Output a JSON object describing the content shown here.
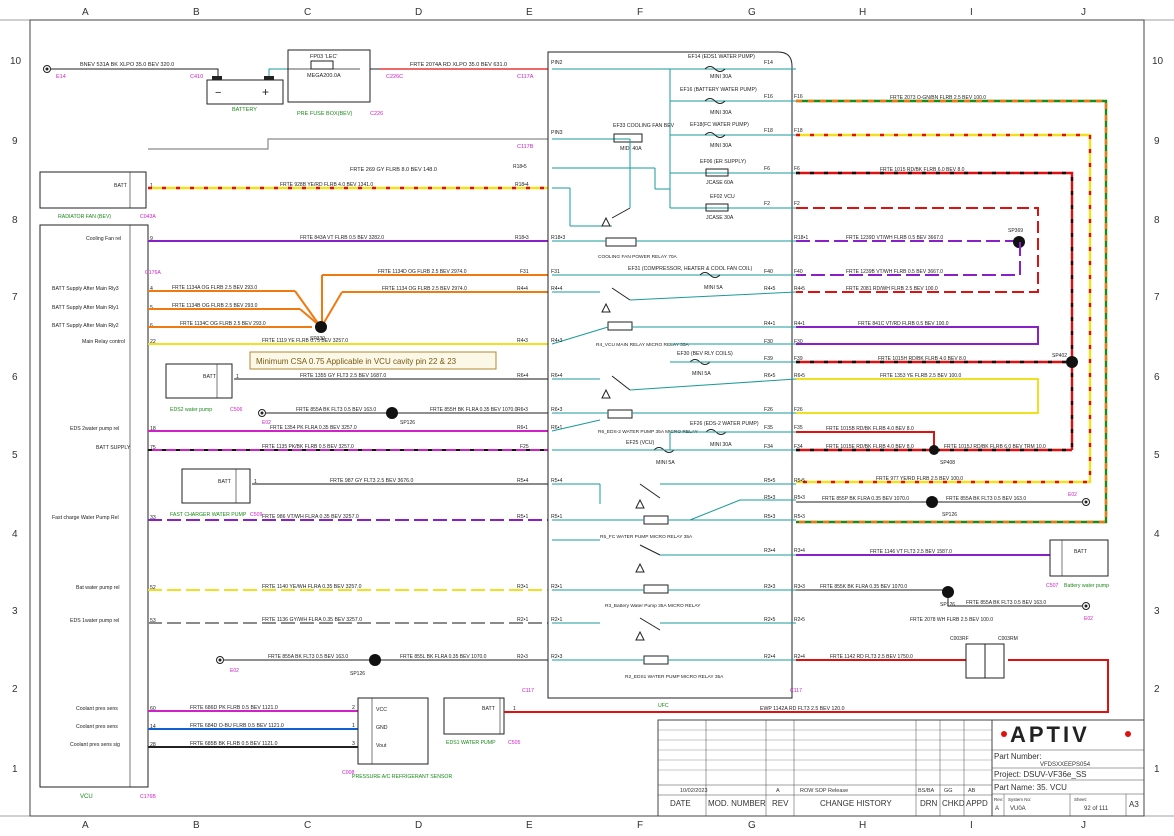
{
  "grid": {
    "columns": [
      "A",
      "B",
      "C",
      "D",
      "E",
      "F",
      "G",
      "H",
      "I",
      "J"
    ],
    "rows": [
      "10",
      "9",
      "8",
      "7",
      "6",
      "5",
      "4",
      "3",
      "2",
      "1"
    ]
  },
  "top_components": {
    "battery": {
      "label": "BATTERY",
      "plus": "+",
      "minus": "−"
    },
    "prefuse": {
      "title": "FP03 'LEC'",
      "fuse": "MEGA200.0A",
      "caption": "PRE FUSE BOX(BEV)"
    },
    "connectors": {
      "e14": "E14",
      "c410": "C410",
      "c226c": "C226C",
      "c226": "C226",
      "c117a": "C117A",
      "c117b": "C117B"
    }
  },
  "top_wires": {
    "w1": "BNEV 531A BK XLPO 35.0 BEV 320.0",
    "w2": "FRTE 2074A RD XLPO 35.0 BEV 631.0",
    "w3": "FRTE 269 GY FLRB 8.0 BEV 148.0"
  },
  "left_module": {
    "title": "VCU",
    "connector": "C176B",
    "connector_top": "C176A",
    "pins": [
      {
        "label": "Cooling Fan rel",
        "pin": "9"
      },
      {
        "label": "BATT Supply After Main Rly3",
        "pin": "4"
      },
      {
        "label": "BATT Supply After Main Rly1",
        "pin": "5"
      },
      {
        "label": "BATT Supply After Main Rly2",
        "pin": "6"
      },
      {
        "label": "Main Relay control",
        "pin": "22"
      },
      {
        "label": "EDS 2water pump rel",
        "pin": "18"
      },
      {
        "label": "BATT SUPPLY",
        "pin": "75"
      },
      {
        "label": "Fast charge Water Pump Rel",
        "pin": "33"
      },
      {
        "label": "Bat water pump rel",
        "pin": "52"
      },
      {
        "label": "EDS 1water pump rel",
        "pin": "53"
      },
      {
        "label": "Coolant pres sens",
        "pin": "60"
      },
      {
        "label": "Coolant pres sens",
        "pin": "14"
      },
      {
        "label": "Coolant pres sens sig",
        "pin": "28"
      }
    ]
  },
  "left_devices": {
    "radiator": {
      "label": "BATT",
      "caption": "RADIATOR FAN (BEV)",
      "connector": "C043A",
      "pin": "1"
    },
    "eds2": {
      "label": "BATT",
      "caption": "EDS2 water pump",
      "connector": "C506",
      "pin": "1"
    },
    "fastcharge": {
      "label": "BATT",
      "caption": "FAST CHARGER WATER PUMP",
      "connector": "C509",
      "pin": "1"
    },
    "eds1": {
      "label": "BATT",
      "caption": "EDS1 WATER PUMP",
      "connector": "C505",
      "pin": "1"
    },
    "pressure": {
      "caption": "PRESSURE A/C REFRIGERANT SENSOR",
      "connector": "C008",
      "pins": [
        "VCC",
        "GND",
        "Vout"
      ],
      "nums": [
        "2",
        "1",
        "3"
      ]
    },
    "batpump": {
      "label": "BATT",
      "caption": "Battery water pump",
      "connector": "C507"
    }
  },
  "left_wires": [
    "FRTE 928B YE/RD FLRB 4.0 BEV 1341.0",
    "FRTE 843A VT FLRB 0.5 BEV 3282.0",
    "FRTE 1134D OG FLRB 2.5 BEV 2974.0",
    "FRTE 1134A OG FLRB 2.5 BEV 293.0",
    "FRTE 1134 OG FLRB 2.5 BEV 2974.0",
    "FRTE 1134B OG FLRB 2.5 BEV 293.0",
    "FRTE 1134C OG FLRB 2.5 BEV 293.0",
    "FRTE 1119 YE FLRB 0.75 BEV 3257.0",
    "FRTE 1355 GY FLT3 2.5 BEV 1687.0",
    "FRTE 855A BK FLT3 0.5 BEV 163.0",
    "FRTE 855H BK FLRA 0.35 BEV 1070.0",
    "FRTE 1354 PK FLRA 0.35 BEV 3257.0",
    "FRTE 1135 PK/BK FLRB 0.5 BEV 3257.0",
    "FRTE 987 GY FLT3 2.5 BEV 3676.0",
    "FRTE 986 VT/WH FLRA 0.35 BEV 3257.0",
    "FRTE 1140 YE/WH FLRA 0.35 BEV 3257.0",
    "FRTE 1136 GY/WH FLRA 0.35 BEV 3257.0",
    "FRTE 855A BK FLT3 0.5 BEV 163.0",
    "FRTE 855L BK FLRA 0.35 BEV 1070.0",
    "FRTE 686D PK FLRB 0.5 BEV 1121.0",
    "FRTE 684D O-BU FLRB 0.5 BEV 1121.0",
    "FRTE 685B BK FLRB 0.5 BEV 1121.0"
  ],
  "splices": [
    "SP330",
    "SP126",
    "SP126",
    "SP369",
    "SP402",
    "SP408",
    "SP126",
    "SP126"
  ],
  "note": "Minimum CSA 0.75 Applicable in VCU cavity pin 22 & 23",
  "ufc": {
    "caption": "UFC",
    "conn_left": "C117",
    "conn_right": "C117",
    "pins_left": [
      "PIN2",
      "PIN3",
      "R18•5",
      "R18•4",
      "R18•3",
      "F31",
      "R4•4",
      "R4•3",
      "R6•4",
      "R6•3",
      "R6•1",
      "F25",
      "R5•4",
      "R5•1",
      "R3•1",
      "R2•1",
      "R2•3",
      "R2•3"
    ],
    "pins_right": [
      "F14",
      "F16",
      "F18",
      "F6",
      "F2",
      "R18•1",
      "F40",
      "R4•5",
      "R4•1",
      "F30",
      "F39",
      "R6•5",
      "F26",
      "F35",
      "F34",
      "R5•5",
      "R5•3",
      "R5•3",
      "R3•4",
      "R3•3",
      "R2•5",
      "R2•4"
    ],
    "fuses": [
      {
        "name": "EF14 (EDS1 WATER PUMP)",
        "rating": "MINI 30A"
      },
      {
        "name": "EF16 (BATTERY WATER PUMP)",
        "rating": "MINI 30A"
      },
      {
        "name": "EF18(FC WATER PUMP)",
        "rating": "MINI 30A"
      },
      {
        "name": "EF33 COOLING FAN BEV",
        "rating": "MIDI 40A"
      },
      {
        "name": "EF06 (ER SUPPLY)",
        "rating": "JCASE 60A"
      },
      {
        "name": "EF02 VCU",
        "rating": "JCASE 30A"
      },
      {
        "name": "EF31 (COMPRESSOR, HEATER & COOL FAN COIL)",
        "rating": "MINI 5A"
      },
      {
        "name": "EF30 (BEV RLY COILS)",
        "rating": "MINI 5A"
      },
      {
        "name": "EF26 (EDS-2 WATER PUMP)",
        "rating": "MINI 30A"
      },
      {
        "name": "EF25 (VCU)",
        "rating": "MINI 5A"
      }
    ],
    "relays": [
      {
        "name": "COOLING FAN POWER RELAY 70A"
      },
      {
        "name": "R4_VCU MAIN RELAY MICRO RELAY 35A"
      },
      {
        "name": "R6_EDS-2 WATER PUMP 35A MICRO RELAY"
      },
      {
        "name": "R5_FC WATER PUMP MICRO RELAY 35A"
      },
      {
        "name": "R3_Battery Water Pump 35A MICRO RELAY"
      },
      {
        "name": "R2_EDS1 WATER PUMP MICRO RELAY 35A"
      }
    ]
  },
  "right_wires": [
    "FRTE 2073 O-GN/BN FLRB 2.5 BEV 100.0",
    "FRTE 1015 RD/BK FLRB 6.0 BEV 8.0",
    "FRTE 1239D VT/WH FLRB 0.5 BEV 3667.0",
    "FRTE 1239B VT/WH FLRB 0.5 BEV 3667.0",
    "FRTE 2081 RD/WH FLRB 2.5 BEV 100.0",
    "FRTE 841C VT/RD FLRB 0.5 BEV 100.0",
    "FRTE 1015H RD/BK FLRB 4.0 BEV 8.0",
    "FRTE 1353 YE FLRB 2.5 BEV 100.0",
    "FRTE 1015B RD/BK FLRB 4.0 BEV 8.0",
    "FRTE 1015E RD/BK FLRB 4.0 BEV 8.0",
    "FRTE 1015J RD/BK FLRB 6.0 BEV TRM 10.0",
    "FRTE 977 YE/RD FLRB 2.5 BEV 100.0",
    "FRTE 855P BK FLRA 0.35 BEV 1070.0",
    "FRTE 855A BK FLT3 0.5 BEV 163.0",
    "FRTE 1146 VT FLT3 2.5 BEV 1587.0",
    "FRTE 855K BK FLRA 0.35 BEV 1070.0",
    "FRTE 855A BK FLT3 0.5 BEV 163.0",
    "FRTE 2078 WH FLRB 2.5 BEV 100.0",
    "FRTE 1142 RD FLT3 2.5 BEV 1750.0",
    "EWP 1142A RD FLT3 2.5 BEV 120.0"
  ],
  "right_connectors": {
    "e02": "E02",
    "c003rf": "C003RF",
    "c003rm": "C003RM"
  },
  "title_block": {
    "logo": "APTIV",
    "part_number_label": "Part Number:",
    "part_number": "VFDSXXEEPS054",
    "project": "Project: DSUV-VF36e_SS",
    "part_name": "Part Name: 35. VCU",
    "rev_label": "Rev:",
    "rev": "A",
    "system_label": "System No:",
    "system": "VU0A",
    "sheet_label": "Sheet:",
    "sheet": "92 of 111",
    "size": "A3",
    "history": {
      "date": "10/02/2023",
      "rev": "A",
      "change": "ROW SOP Release",
      "drn": "BS/BA",
      "chkd": "GG",
      "appd": "AB"
    },
    "headers": [
      "DATE",
      "MOD. NUMBER",
      "REV",
      "CHANGE HISTORY",
      "DRN",
      "CHKD",
      "APPD"
    ]
  },
  "colors": {
    "orange": "#f07a10",
    "purple": "#8a20c8",
    "red": "#e01010",
    "yellow": "#f0e020",
    "teal": "#1a9a9a",
    "green": "#1a8a1a",
    "pink": "#d020c8",
    "gray": "#8a8a8a"
  }
}
